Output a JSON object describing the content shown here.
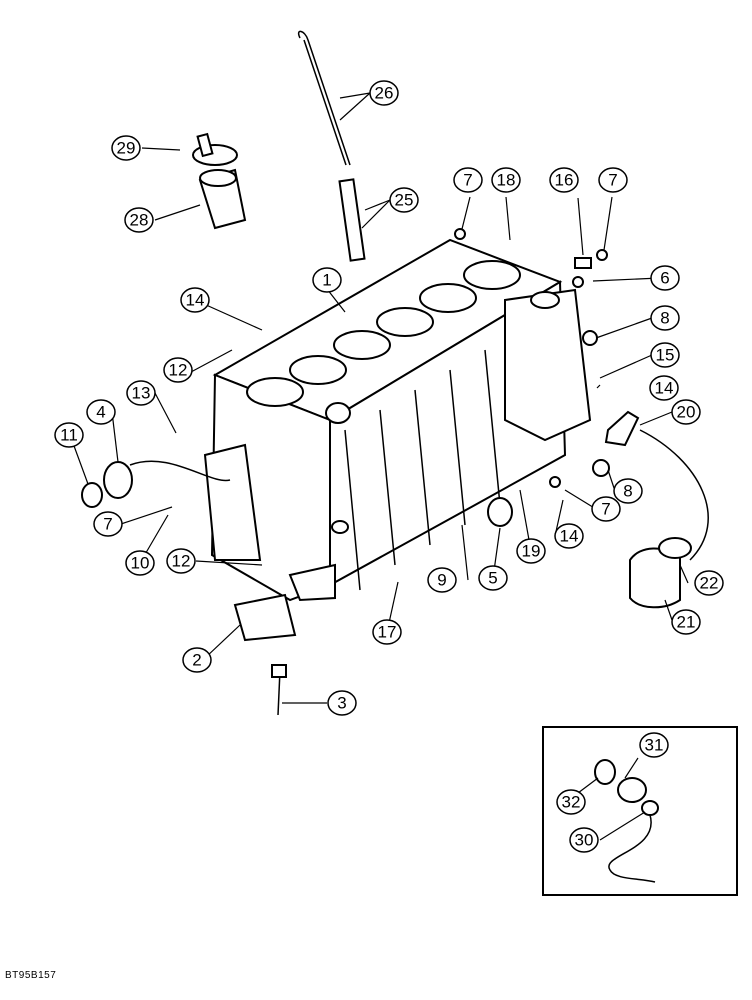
{
  "drawing_code": "BT95B157",
  "callouts": [
    "1",
    "2",
    "3",
    "4",
    "5",
    "6",
    "7",
    "7",
    "7",
    "7",
    "7",
    "8",
    "8",
    "9",
    "10",
    "11",
    "12",
    "12",
    "13",
    "14",
    "14",
    "14",
    "15",
    "16",
    "17",
    "18",
    "19",
    "20",
    "21",
    "22",
    "25",
    "26",
    "28",
    "29",
    "30",
    "31",
    "32"
  ]
}
